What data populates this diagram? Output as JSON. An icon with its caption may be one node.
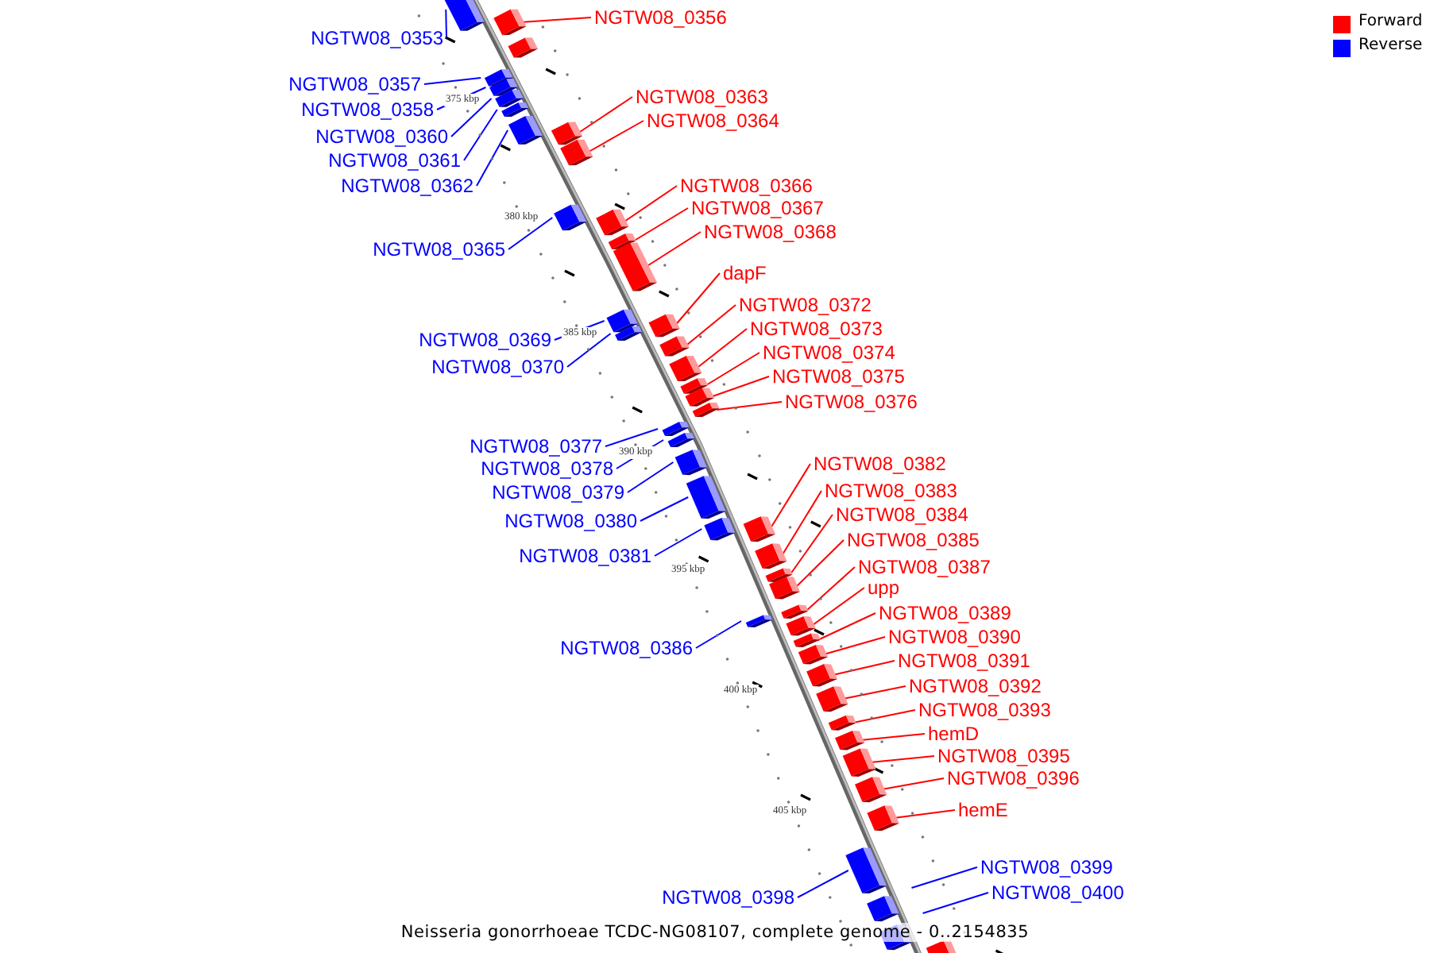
{
  "diagram": {
    "caption": "Neisseria gonorrhoeae TCDC-NG08107, complete genome - 0..2154835",
    "nodes": [
      {
        "text": [
          "NGTW08_0356"
        ]
      },
      {
        "text": [],
        "shape": "bar"
      },
      {
        "text": [
          "NGTW08_0353"
        ]
      },
      {
        "text": [],
        "shape": "bar"
      },
      {
        "text": [
          "NGTW08_0357"
        ]
      },
      {
        "text": [],
        "shape": "bar"
      },
      {
        "text": [
          "NGTW08_0363"
        ]
      },
      {
        "text": [],
        "shape": "bar"
      },
      {
        "text": [
          "NGTW08_0358"
        ]
      },
      {
        "text": [],
        "shape": "bar"
      },
      {
        "text": [
          "NGTW08_0364"
        ]
      },
      {
        "text": [],
        "shape": "bar"
      },
      {
        "text": [
          "NGTW08_0360"
        ]
      },
      {
        "text": [],
        "shape": "bar"
      },
      {
        "text": [
          "NGTW08_0361"
        ]
      },
      {
        "text": [],
        "shape": "bar"
      },
      {
        "text": [
          "NGTW08_0366"
        ]
      },
      {
        "text": [],
        "shape": "bar"
      },
      {
        "text": [
          "NGTW08_0362"
        ]
      },
      {
        "text": [],
        "shape": "bar"
      },
      {
        "text": [
          "NGTW08_0367"
        ]
      },
      {
        "text": [],
        "shape": "bar"
      },
      {
        "text": [
          "NGTW08_0368"
        ]
      },
      {
        "text": [],
        "shape": "bar"
      },
      {
        "text": [
          "NGTW08_0365"
        ]
      },
      {
        "text": [],
        "shape": "bar"
      },
      {
        "text": [
          "dapF"
        ]
      },
      {
        "text": [],
        "shape": "bar"
      },
      {
        "text": [
          "NGTW08_0372"
        ]
      },
      {
        "text": [],
        "shape": "bar"
      },
      {
        "text": [
          "NGTW08_0373"
        ]
      },
      {
        "text": [],
        "shape": "bar"
      },
      {
        "text": [
          "NGTW08_0369"
        ]
      },
      {
        "text": [],
        "shape": "bar"
      },
      {
        "text": [
          "NGTW08_0374"
        ]
      },
      {
        "text": [],
        "shape": "bar"
      },
      {
        "text": [
          "NGTW08_0370"
        ]
      },
      {
        "text": [],
        "shape": "bar"
      },
      {
        "text": [
          "NGTW08_0375"
        ]
      },
      {
        "text": [],
        "shape": "bar"
      },
      {
        "text": [
          "NGTW08_0376"
        ]
      },
      {
        "text": [],
        "shape": "bar"
      },
      {
        "text": [
          "NGTW08_0377"
        ]
      },
      {
        "text": [],
        "shape": "bar"
      },
      {
        "text": [
          "NGTW08_0382"
        ]
      },
      {
        "text": [],
        "shape": "bar"
      },
      {
        "text": [
          "NGTW08_0378"
        ]
      },
      {
        "text": [],
        "shape": "bar"
      },
      {
        "text": [
          "NGTW08_0379"
        ]
      },
      {
        "text": [],
        "shape": "bar"
      },
      {
        "text": [
          "NGTW08_0383"
        ]
      },
      {
        "text": [],
        "shape": "bar"
      },
      {
        "text": [
          "NGTW08_0384"
        ]
      },
      {
        "text": [],
        "shape": "bar"
      },
      {
        "text": [
          "NGTW08_0380"
        ]
      },
      {
        "text": [],
        "shape": "bar"
      },
      {
        "text": [
          "NGTW08_0385"
        ]
      },
      {
        "text": [],
        "shape": "bar"
      },
      {
        "text": [
          "NGTW08_0381"
        ]
      },
      {
        "text": [],
        "shape": "bar"
      },
      {
        "text": [
          "NGTW08_0387"
        ]
      },
      {
        "text": [],
        "shape": "bar"
      },
      {
        "text": [
          "upp"
        ]
      },
      {
        "text": [],
        "shape": "bar"
      },
      {
        "text": [
          "NGTW08_0389"
        ]
      },
      {
        "text": [],
        "shape": "bar"
      },
      {
        "text": [
          "NGTW08_0390"
        ]
      },
      {
        "text": [],
        "shape": "bar"
      },
      {
        "text": [
          "NGTW08_0386"
        ]
      },
      {
        "text": [],
        "shape": "bar"
      },
      {
        "text": [
          "NGTW08_0391"
        ]
      },
      {
        "text": [],
        "shape": "bar"
      },
      {
        "text": [
          "NGTW08_0392"
        ]
      },
      {
        "text": [],
        "shape": "bar"
      },
      {
        "text": [
          "NGTW08_0393"
        ]
      },
      {
        "text": [],
        "shape": "bar"
      },
      {
        "text": [
          "hemD"
        ]
      },
      {
        "text": [],
        "shape": "bar"
      },
      {
        "text": [
          "NGTW08_0395"
        ]
      },
      {
        "text": [],
        "shape": "bar"
      },
      {
        "text": [
          "NGTW08_0396"
        ]
      },
      {
        "text": [],
        "shape": "bar"
      },
      {
        "text": [
          "hemE"
        ]
      },
      {
        "text": [],
        "shape": "bar"
      },
      {
        "text": [
          "NGTW08_0399"
        ]
      },
      {
        "text": [],
        "shape": "bar"
      },
      {
        "text": [
          "NGTW08_0400"
        ]
      },
      {
        "text": [],
        "shape": "bar"
      },
      {
        "text": [
          "NGTW08_0398"
        ]
      },
      {
        "text": [],
        "shape": "bar"
      },
      {
        "text": [],
        "shape": "bar"
      },
      {
        "text": [],
        "shape": "bar"
      }
    ],
    "edges": [
      {
        "from": 0,
        "to": 1,
        "arrow": "none"
      },
      {
        "from": 2,
        "to": 3,
        "arrow": "none",
        "color": "#0000ff"
      },
      {
        "from": 4,
        "to": 5,
        "arrow": "none",
        "color": "#0000ff"
      },
      {
        "from": 6,
        "to": 7,
        "arrow": "none"
      },
      {
        "from": 8,
        "to": 9,
        "arrow": "none",
        "color": "#0000ff"
      },
      {
        "from": 10,
        "to": 11,
        "arrow": "none"
      },
      {
        "from": 12,
        "to": 13,
        "arrow": "none",
        "color": "#0000ff"
      },
      {
        "from": 14,
        "to": 15,
        "arrow": "none",
        "color": "#0000ff"
      },
      {
        "from": 16,
        "to": 17,
        "arrow": "none"
      },
      {
        "from": 18,
        "to": 19,
        "arrow": "none",
        "color": "#0000ff"
      },
      {
        "from": 20,
        "to": 21,
        "arrow": "none"
      },
      {
        "from": 22,
        "to": 23,
        "arrow": "none"
      },
      {
        "from": 24,
        "to": 25,
        "arrow": "none",
        "color": "#0000ff"
      },
      {
        "from": 26,
        "to": 27,
        "arrow": "none"
      },
      {
        "from": 28,
        "to": 29,
        "arrow": "none"
      },
      {
        "from": 30,
        "to": 31,
        "arrow": "none"
      },
      {
        "from": 32,
        "to": 33,
        "arrow": "none",
        "color": "#0000ff"
      },
      {
        "from": 34,
        "to": 35,
        "arrow": "none"
      },
      {
        "from": 36,
        "to": 37,
        "arrow": "none",
        "color": "#0000ff"
      },
      {
        "from": 38,
        "to": 39,
        "arrow": "none"
      },
      {
        "from": 40,
        "to": 41,
        "arrow": "none"
      },
      {
        "from": 42,
        "to": 43,
        "arrow": "none",
        "color": "#0000ff"
      },
      {
        "from": 44,
        "to": 45,
        "arrow": "none"
      },
      {
        "from": 46,
        "to": 47,
        "arrow": "none",
        "color": "#0000ff"
      },
      {
        "from": 48,
        "to": 49,
        "arrow": "none",
        "color": "#0000ff"
      },
      {
        "from": 50,
        "to": 51,
        "arrow": "none"
      },
      {
        "from": 52,
        "to": 53,
        "arrow": "none"
      },
      {
        "from": 54,
        "to": 55,
        "arrow": "none",
        "color": "#0000ff"
      },
      {
        "from": 56,
        "to": 57,
        "arrow": "none"
      },
      {
        "from": 58,
        "to": 59,
        "arrow": "none",
        "color": "#0000ff"
      },
      {
        "from": 60,
        "to": 61,
        "arrow": "none"
      },
      {
        "from": 62,
        "to": 63,
        "arrow": "none"
      },
      {
        "from": 64,
        "to": 65,
        "arrow": "none"
      },
      {
        "from": 66,
        "to": 67,
        "arrow": "none"
      },
      {
        "from": 68,
        "to": 69,
        "arrow": "none",
        "color": "#0000ff"
      },
      {
        "from": 70,
        "to": 71,
        "arrow": "none"
      },
      {
        "from": 72,
        "to": 73,
        "arrow": "none"
      },
      {
        "from": 74,
        "to": 75,
        "arrow": "none"
      },
      {
        "from": 76,
        "to": 77,
        "arrow": "none"
      },
      {
        "from": 78,
        "to": 79,
        "arrow": "none"
      },
      {
        "from": 80,
        "to": 81,
        "arrow": "none"
      },
      {
        "from": 82,
        "to": 83,
        "arrow": "none"
      },
      {
        "from": 84,
        "to": 85,
        "arrow": "none",
        "color": "#0000ff"
      },
      {
        "from": 86,
        "to": 87,
        "arrow": "none",
        "color": "#0000ff"
      },
      {
        "from": 88,
        "to": 89,
        "arrow": "none",
        "color": "#0000ff"
      }
    ],
    "labels": [
      "375 kbp",
      "380 kbp",
      "385 kbp",
      "390 kbp",
      "395 kbp",
      "400 kbp",
      "405 kbp"
    ],
    "legend": [
      {
        "text": "Forward",
        "color": "#ff0000"
      },
      {
        "text": "Reverse",
        "color": "#0000ff"
      }
    ]
  }
}
